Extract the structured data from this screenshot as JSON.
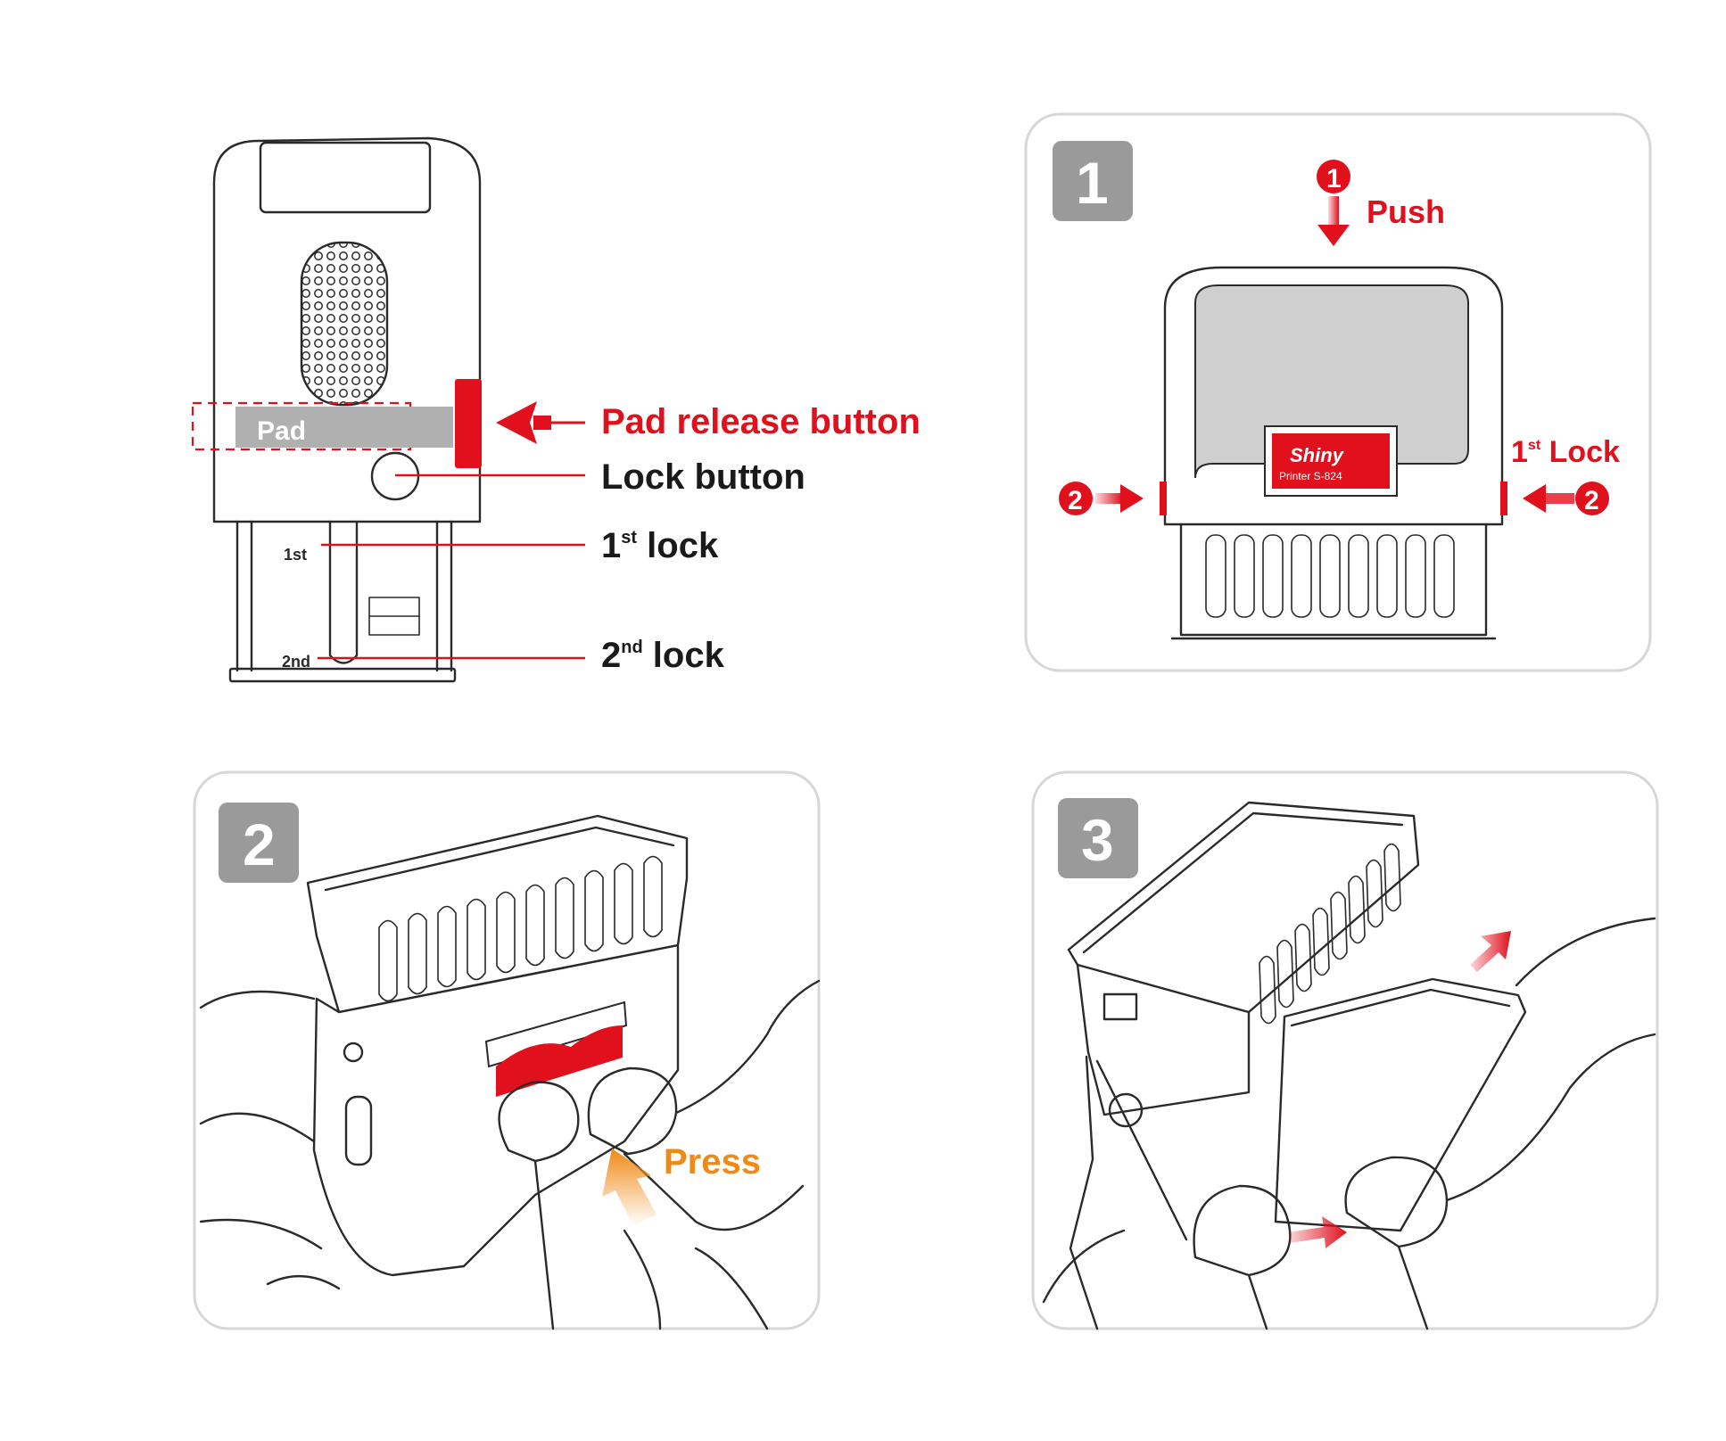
{
  "colors": {
    "accent_red": "#e0101d",
    "accent_orange": "#f08a16",
    "badge_gray": "#9a9a9a",
    "frame_gray": "#d7d7d7",
    "pad_gray": "#b0b0b0"
  },
  "overview": {
    "pad_label": "Pad",
    "pad_release_label": "Pad release button",
    "lock_button_label": "Lock button",
    "first_lock_main": "1",
    "first_lock_sup": "st",
    "first_lock_suffix": " lock",
    "second_lock_main": "2",
    "second_lock_sup": "nd",
    "second_lock_suffix": " lock",
    "icons": [
      "pad-release-arrow-icon",
      "lock-button-icon"
    ]
  },
  "step1": {
    "badge": "1",
    "push_marker": "1",
    "push_label": "Push",
    "side_marker": "2",
    "lock_main": "1",
    "lock_sup": "st",
    "lock_suffix": " Lock",
    "brand_logo_text": "Shiny",
    "brand_model_text": "Printer S-824"
  },
  "step2": {
    "badge": "2",
    "press_label": "Press"
  },
  "step3": {
    "badge": "3"
  }
}
